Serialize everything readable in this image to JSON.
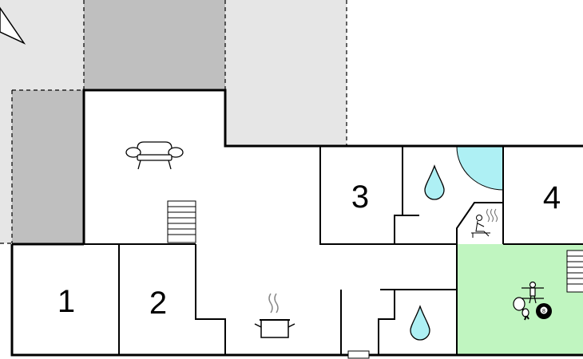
{
  "floorplan": {
    "rooms": [
      {
        "id": "bedroom-1",
        "label": "1"
      },
      {
        "id": "bedroom-2",
        "label": "2"
      },
      {
        "id": "bedroom-3",
        "label": "3"
      },
      {
        "id": "bedroom-4",
        "label": "4"
      }
    ],
    "icons": [
      {
        "name": "sofa-icon",
        "meaning": "living room"
      },
      {
        "name": "cooking-pot-icon",
        "meaning": "kitchen"
      },
      {
        "name": "water-drop-icon",
        "meaning": "bathroom"
      },
      {
        "name": "sauna-icon",
        "meaning": "sauna"
      },
      {
        "name": "table-football-icon",
        "meaning": "games"
      },
      {
        "name": "table-tennis-icon",
        "meaning": "games"
      },
      {
        "name": "billiard-ball-icon",
        "meaning": "games"
      },
      {
        "name": "north-arrow-icon",
        "meaning": "orientation"
      },
      {
        "name": "stairs-icon",
        "meaning": "stairs"
      }
    ],
    "billiard_ball_number": "8",
    "colors": {
      "walls": "#000000",
      "terrace_light": "#e6e6e6",
      "terrace_dark": "#bfbfbf",
      "games_room": "#c0f5c0",
      "pool": "#aef0f4",
      "water_drop": "#aef0f4"
    }
  }
}
